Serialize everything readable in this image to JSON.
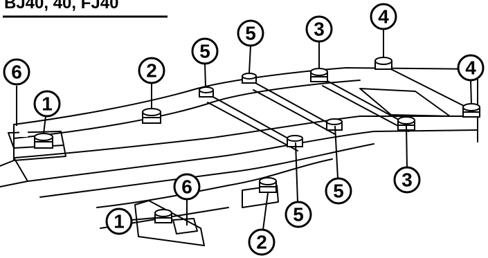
{
  "header": {
    "text": "BJ40, 40, FJ40"
  },
  "callouts": [
    {
      "id": "c6-left",
      "label": "6"
    },
    {
      "id": "c1-left",
      "label": "1"
    },
    {
      "id": "c2-top",
      "label": "2"
    },
    {
      "id": "c5-a",
      "label": "5"
    },
    {
      "id": "c5-b",
      "label": "5"
    },
    {
      "id": "c3-top",
      "label": "3"
    },
    {
      "id": "c4-top",
      "label": "4"
    },
    {
      "id": "c4-right",
      "label": "4"
    },
    {
      "id": "c6-bottom",
      "label": "6"
    },
    {
      "id": "c1-bottom",
      "label": "1"
    },
    {
      "id": "c5-c",
      "label": "5"
    },
    {
      "id": "c5-d",
      "label": "5"
    },
    {
      "id": "c3-bottom",
      "label": "3"
    },
    {
      "id": "c2-bottom",
      "label": "2"
    }
  ]
}
